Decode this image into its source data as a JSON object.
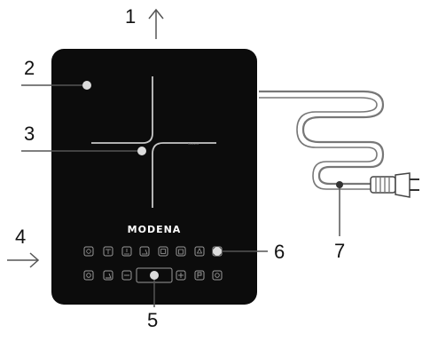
{
  "brand": "MODENA",
  "zone_marking": "Modena",
  "callouts": [
    {
      "id": "1",
      "label": "1"
    },
    {
      "id": "2",
      "label": "2"
    },
    {
      "id": "3",
      "label": "3"
    },
    {
      "id": "4",
      "label": "4"
    },
    {
      "id": "5",
      "label": "5"
    },
    {
      "id": "6",
      "label": "6"
    },
    {
      "id": "7",
      "label": "7"
    }
  ],
  "colors": {
    "glass": "#0c0c0c",
    "line": "#555555",
    "cross": "#c8c8c8",
    "cord": "#777777"
  },
  "control_panel": {
    "row1_buttons": 8,
    "row2_icon_buttons": 2,
    "row2_right_buttons": 2,
    "icon_names": [
      "power-icon",
      "fan-icon",
      "fry-icon",
      "stir-fry-icon",
      "steam-icon",
      "boil-icon",
      "water-icon",
      "timer-icon",
      "settings-icon",
      "wok-icon",
      "lock-icon",
      "menu-icon"
    ]
  }
}
